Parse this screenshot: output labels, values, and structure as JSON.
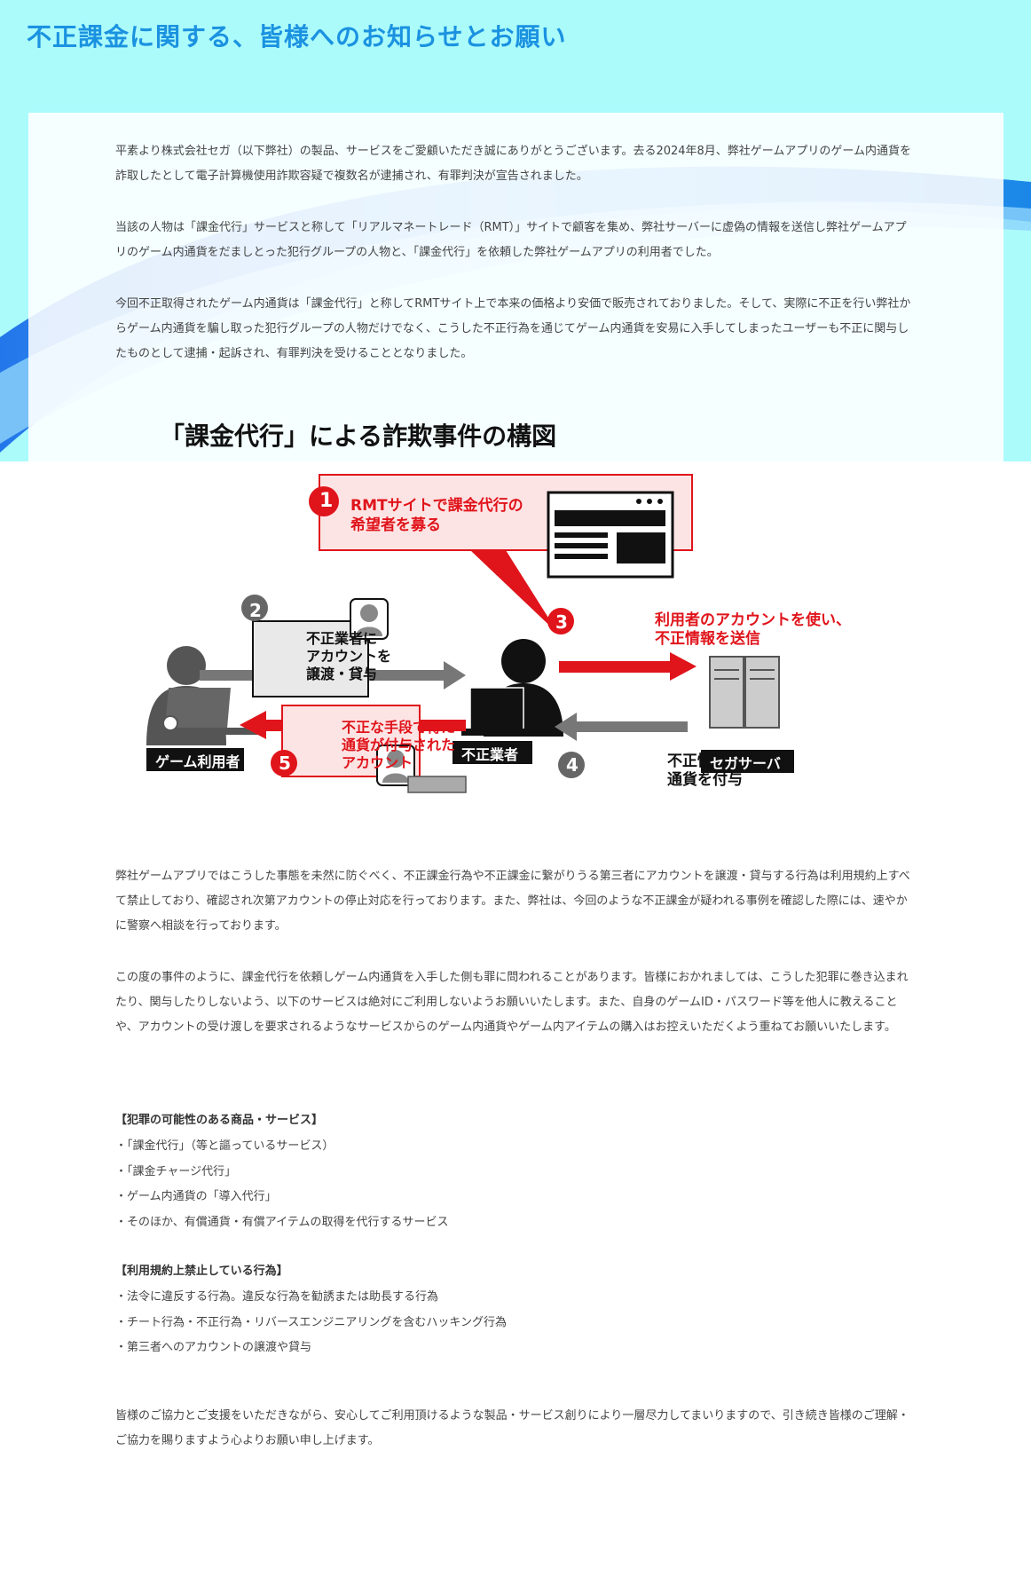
{
  "page": {
    "title": "不正課金に関する、皆様へのお知らせとお願い"
  },
  "intro_paragraphs": [
    "平素より株式会社セガ（以下弊社）の製品、サービスをご愛顧いただき誠にありがとうございます。去る2024年8月、弊社ゲームアプリのゲーム内通貨を詐取したとして電子計算機使用詐欺容疑で複数名が逮捕され、有罪判決が宣告されました。",
    "当該の人物は「課金代行」サービスと称して「リアルマネートレード（RMT）」サイトで顧客を集め、弊社サーバーに虚偽の情報を送信し弊社ゲームアプリのゲーム内通貨をだましとった犯行グループの人物と、「課金代行」を依頼した弊社ゲームアプリの利用者でした。",
    "今回不正取得されたゲーム内通貨は「課金代行」と称してRMTサイト上で本来の価格より安価で販売されておりました。そして、実際に不正を行い弊社からゲーム内通貨を騙し取った犯行グループの人物だけでなく、こうした不正行為を通じてゲーム内通貨を安易に入手してしまったユーザーも不正に関与したものとして逮捕・起訴され、有罪判決を受けることとなりました。"
  ],
  "diagram": {
    "title": "「課金代行」による詐欺事件の構図",
    "steps": [
      {
        "num": "1",
        "text_line1": "RMTサイトで課金代行の",
        "text_line2": "希望者を募る"
      },
      {
        "num": "2",
        "text_line1": "不正業者に",
        "text_line2": "アカウントを",
        "text_line3": "譲渡・貸与"
      },
      {
        "num": "3",
        "text_line1": "利用者のアカウントを使い、",
        "text_line2": "不正情報を送信"
      },
      {
        "num": "4",
        "text_line1": "不正情報に基づき",
        "text_line2": "通貨を付与"
      },
      {
        "num": "5",
        "text_line1": "不正な手段で得た",
        "text_line2": "通貨が付与された",
        "text_line3": "アカウント"
      }
    ],
    "actors": {
      "user": "ゲーム利用者",
      "fraudster": "不正業者",
      "server": "セガサーバ"
    },
    "colors": {
      "red": "#e0141b",
      "gray": "#777777",
      "pink": "#fde4e4"
    }
  },
  "body_paragraphs": [
    "弊社ゲームアプリではこうした事態を未然に防ぐべく、不正課金行為や不正課金に繋がりうる第三者にアカウントを譲渡・貸与する行為は利用規約上すべて禁止しており、確認され次第アカウントの停止対応を行っております。また、弊社は、今回のような不正課金が疑われる事例を確認した際には、速やかに警察へ相談を行っております。",
    "この度の事件のように、課金代行を依頼しゲーム内通貨を入手した側も罪に問われることがあります。皆様におかれましては、こうした犯罪に巻き込まれたり、関与したりしないよう、以下のサービスは絶対にご利用しないようお願いいたします。また、自身のゲームID・パスワード等を他人に教えることや、アカウントの受け渡しを要求されるようなサービスからのゲーム内通貨やゲーム内アイテムの購入はお控えいただくよう重ねてお願いいたします。"
  ],
  "crime_section": {
    "heading": "【犯罪の可能性のある商品・サービス】",
    "items": [
      "・「課金代行」（等と謳っているサービス）",
      "・「課金チャージ代行」",
      "・ゲーム内通貨の「導入代行」",
      "・そのほか、有償通貨・有償アイテムの取得を代行するサービス"
    ]
  },
  "prohibited_section": {
    "heading": "【利用規約上禁止している行為】",
    "items": [
      "・法令に違反する行為。違反な行為を勧誘または助長する行為",
      "・チート行為・不正行為・リバースエンジニアリングを含むハッキング行為",
      "・第三者へのアカウントの譲渡や貸与"
    ]
  },
  "closing_paragraph": "皆様のご協力とご支援をいただきながら、安心してご利用頂けるような製品・サービス創りにより一層尽力してまいりますので、引き続き皆様のご理解・ご協力を賜りますよう心よりお願い申し上げます。",
  "theme": {
    "title_color": "#1b92e0",
    "header_bg": "#abfbfb",
    "wave_color": "#1a8cf0"
  }
}
